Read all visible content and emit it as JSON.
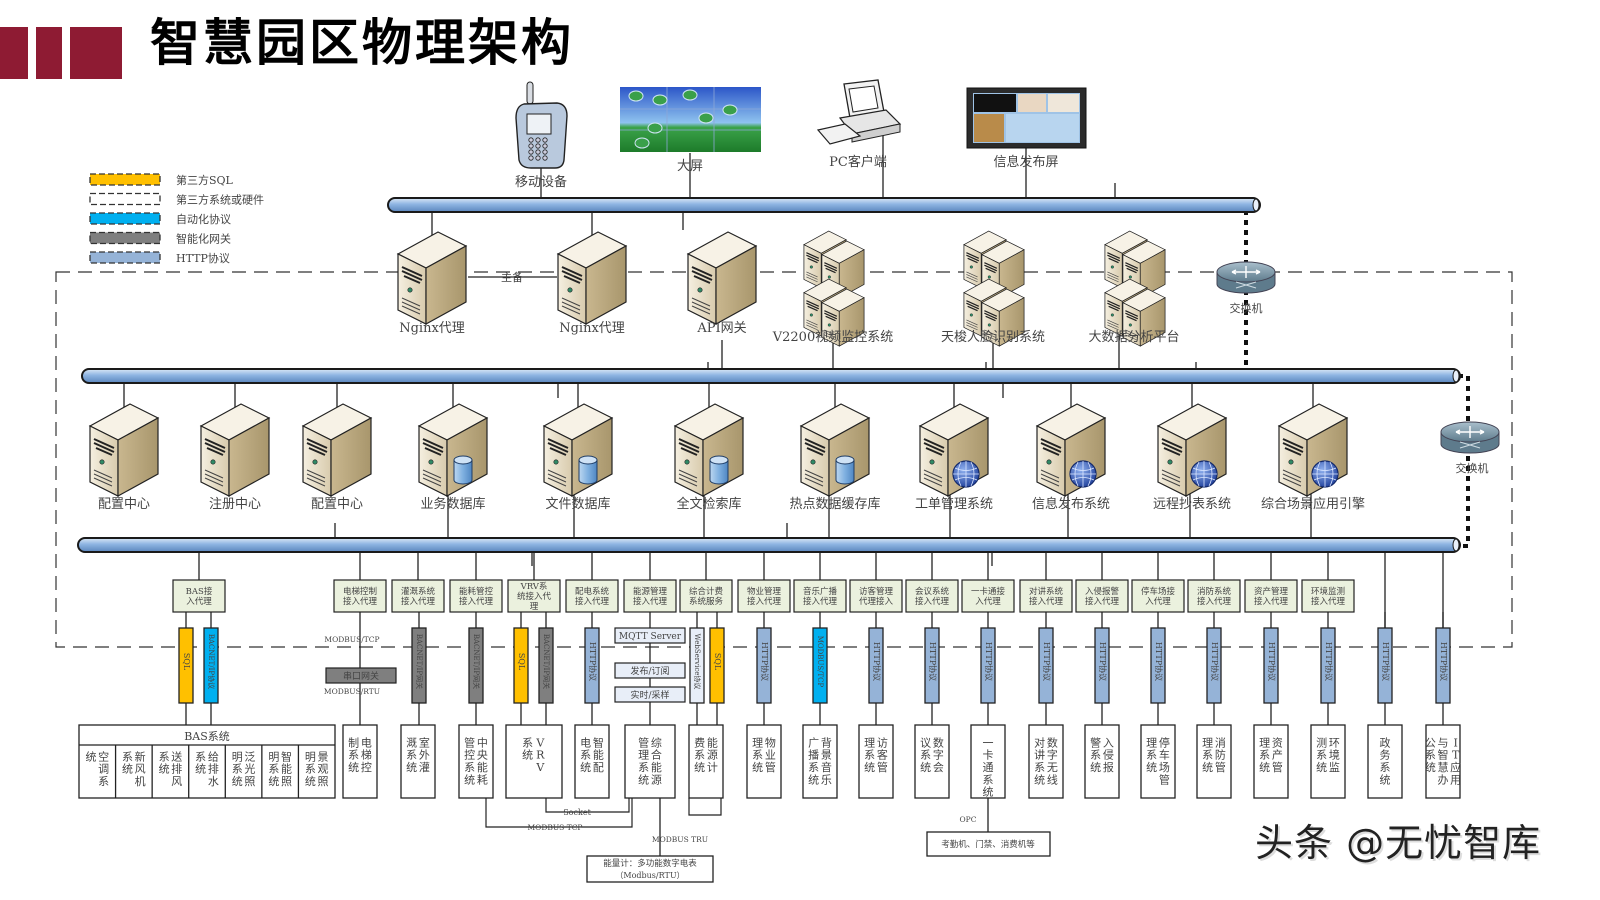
{
  "title": "智慧园区物理架构",
  "watermark": "头条 @无忧智库",
  "colors": {
    "title_blocks": "#8e1b33",
    "sql": "#ffc000",
    "automation": "#00b0f0",
    "gateway": "#7f7f7f",
    "http": "#95b3d7",
    "proxy_fill": "#ebf1de",
    "bus_fill": "#8db4e2"
  },
  "legend": [
    {
      "key": "sql",
      "label": "第三方SQL"
    },
    {
      "key": "third_party",
      "label": "第三方系统或硬件"
    },
    {
      "key": "automation",
      "label": "自动化协议"
    },
    {
      "key": "gateway",
      "label": "智能化网关"
    },
    {
      "key": "http",
      "label": "HTTP协议"
    }
  ],
  "clients": [
    {
      "icon": "mobile-phone-icon",
      "label": "移动设备"
    },
    {
      "icon": "video-wall-icon",
      "label": "大屏"
    },
    {
      "icon": "pc-client-icon",
      "label": "PC客户端"
    },
    {
      "icon": "info-display-icon",
      "label": "信息发布屏"
    }
  ],
  "tier1_servers": [
    {
      "type": "server",
      "label": "Nginx代理"
    },
    {
      "type": "server",
      "label": "Nginx代理"
    },
    {
      "type": "server",
      "label": "API网关"
    },
    {
      "type": "cluster",
      "label": "V2200视频监控系统"
    },
    {
      "type": "cluster",
      "label": "天梭人脸识别系统"
    },
    {
      "type": "cluster",
      "label": "大数据分析平台"
    }
  ],
  "ha_link_label": "主备",
  "switches": [
    {
      "label": "交换机"
    },
    {
      "label": "交换机"
    }
  ],
  "tier2_servers": [
    {
      "badge": "none",
      "label": "配置中心"
    },
    {
      "badge": "none",
      "label": "注册中心"
    },
    {
      "badge": "none",
      "label": "配置中心"
    },
    {
      "badge": "db",
      "label": "业务数据库"
    },
    {
      "badge": "db",
      "label": "文件数据库"
    },
    {
      "badge": "db",
      "label": "全文检索库"
    },
    {
      "badge": "db",
      "label": "热点数据缓存库"
    },
    {
      "badge": "globe",
      "label": "工单管理系统"
    },
    {
      "badge": "globe",
      "label": "信息发布系统"
    },
    {
      "badge": "globe",
      "label": "远程抄表系统"
    },
    {
      "badge": "globe",
      "label": "综合场景应用引擎"
    }
  ],
  "proxies": [
    {
      "label": "BAS接入代理"
    },
    {
      "label": "电梯控制接入代理"
    },
    {
      "label": "灌溉系统接入代理"
    },
    {
      "label": "能耗管控接入代理"
    },
    {
      "label": "VRV系统接入代理"
    },
    {
      "label": "配电系统接入代理"
    },
    {
      "label": "能源管理接入代理"
    },
    {
      "label": "综合计费系统服务"
    },
    {
      "label": "物业管理接入代理"
    },
    {
      "label": "音乐广播接入代理"
    },
    {
      "label": "访客管理代理接入"
    },
    {
      "label": "会议系统接入代理"
    },
    {
      "label": "一卡通接入代理"
    },
    {
      "label": "对讲系统接入代理"
    },
    {
      "label": "入侵报警接入代理"
    },
    {
      "label": "停车场接入代理"
    },
    {
      "label": "消防系统接入代理"
    },
    {
      "label": "资产管理接入代理"
    },
    {
      "label": "环境监测接入代理"
    }
  ],
  "protocols": [
    {
      "type": "sql",
      "label": "SQL"
    },
    {
      "type": "automation",
      "label": "BACNET/IP协议"
    },
    {
      "type": "gateway",
      "label": "BACNET/IP网关"
    },
    {
      "type": "gateway",
      "label": "BACNET/IP网关"
    },
    {
      "type": "sql",
      "label": "SQL"
    },
    {
      "type": "gateway",
      "label": "BACNET/IP网关"
    },
    {
      "type": "http",
      "label": "HTTP协议"
    },
    {
      "type": "webservice",
      "label": "WebService协议"
    },
    {
      "type": "sql",
      "label": "SQL"
    },
    {
      "type": "http",
      "label": "HTTP协议"
    },
    {
      "type": "automation",
      "label": "MODBUS/TCP"
    },
    {
      "type": "http",
      "label": "HTTP协议"
    },
    {
      "type": "http",
      "label": "HTTP协议"
    },
    {
      "type": "http",
      "label": "HTTP协议"
    },
    {
      "type": "http",
      "label": "HTTP协议"
    },
    {
      "type": "http",
      "label": "HTTP协议"
    },
    {
      "type": "http",
      "label": "HTTP协议"
    },
    {
      "type": "http",
      "label": "HTTP协议"
    },
    {
      "type": "http",
      "label": "HTTP协议"
    },
    {
      "type": "http",
      "label": "HTTP协议"
    },
    {
      "type": "http",
      "label": "HTTP协议"
    },
    {
      "type": "http",
      "label": "HTTP协议"
    }
  ],
  "elevator_link": {
    "top": "MODBUS/TCP",
    "gateway": "串口网关",
    "bottom": "MODBUS/RTU"
  },
  "mqtt": [
    {
      "label": "MQTT Server"
    },
    {
      "label": "发布/订阅"
    },
    {
      "label": "实时/采样"
    }
  ],
  "bas_system": {
    "label": "BAS系统",
    "subsystems": [
      "空调系统",
      "新风机系统",
      "送排风系统",
      "给排水系统",
      "泛光照明系统",
      "智能照明系统",
      "景观照明系统"
    ]
  },
  "systems": [
    {
      "label": "电梯控制系统"
    },
    {
      "label": "室外灌溉系统"
    },
    {
      "label": "中央能耗管控系统"
    },
    {
      "label": "VRV系统"
    },
    {
      "label": "智能配电系统"
    },
    {
      "label": "综合能源管理系统"
    },
    {
      "label": "能源计费系统"
    },
    {
      "label": "物业管理系统"
    },
    {
      "label": "背景音乐广播系统"
    },
    {
      "label": "访客管理系统"
    },
    {
      "label": "数字会议系统"
    },
    {
      "label": "一卡通系统"
    },
    {
      "label": "数字无线对讲系统"
    },
    {
      "label": "入侵报警系统"
    },
    {
      "label": "停车场管理系统"
    },
    {
      "label": "消防管理系统"
    },
    {
      "label": "资产管理系统"
    },
    {
      "label": "环境监测系统"
    },
    {
      "label": "政务系统"
    },
    {
      "label": "IT应用与智慧办公系统"
    }
  ],
  "energy_links": {
    "socket": "Socket",
    "modbus_tcp": "MODBUS TCP",
    "modbus_tru": "MODBUS TRU"
  },
  "meter_box": {
    "line1": "能量计：多功能数字电表",
    "line2": "（Modbus/RTU）"
  },
  "opc": {
    "label": "OPC",
    "devices": "考勤机、门禁、消费机等"
  }
}
